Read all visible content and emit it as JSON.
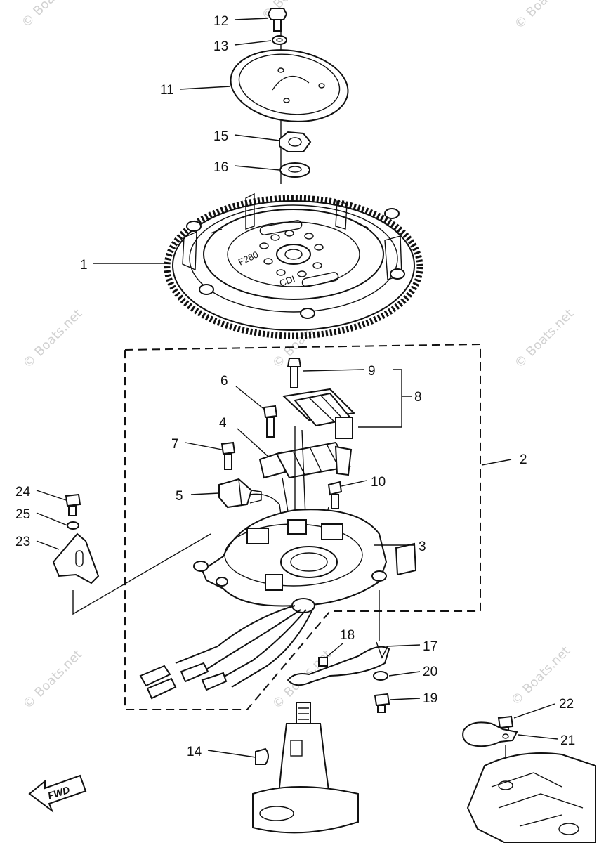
{
  "callouts": {
    "c1": "1",
    "c2": "2",
    "c3": "3",
    "c4": "4",
    "c5": "5",
    "c6": "6",
    "c7": "7",
    "c8": "8",
    "c9": "9",
    "c10": "10",
    "c11": "11",
    "c12": "12",
    "c13": "13",
    "c14": "14",
    "c15": "15",
    "c16": "16",
    "c17": "17",
    "c18": "18",
    "c19": "19",
    "c20": "20",
    "c21": "21",
    "c22": "22",
    "c23": "23",
    "c24": "24",
    "c25": "25"
  },
  "flywheel_markings": {
    "model": "F280",
    "cdi": "CDI"
  },
  "fwd_label": "FWD",
  "watermark": "© Boats.net"
}
